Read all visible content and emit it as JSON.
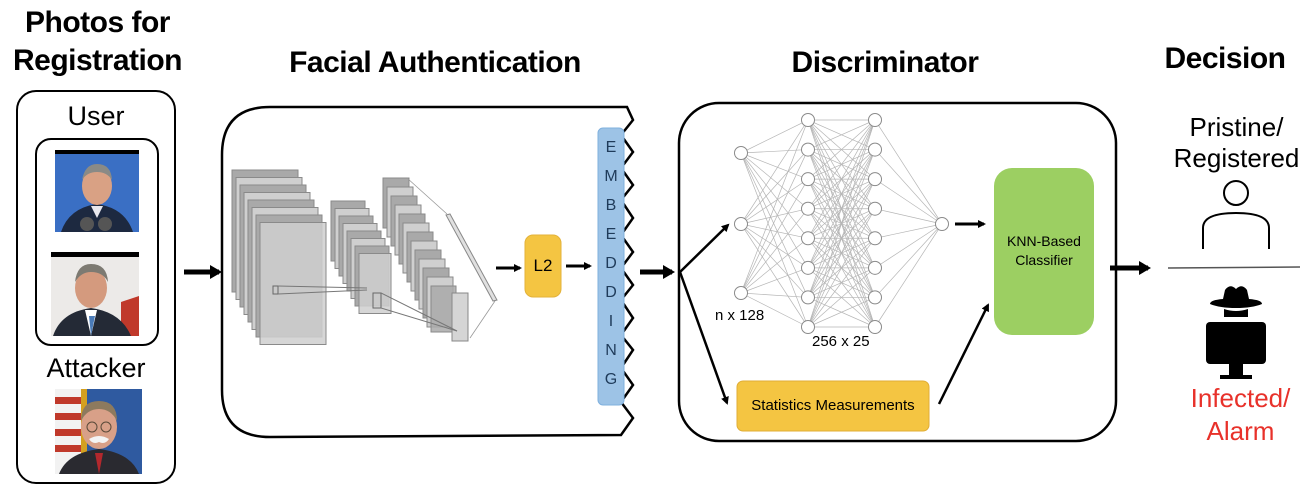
{
  "sections": {
    "registration": {
      "title_line1": "Photos for",
      "title_line2": "Registration",
      "user_label": "User",
      "attacker_label": "Attacker",
      "user_photo_1": "user-photo-blue-background",
      "user_photo_2": "user-photo-flag-background",
      "attacker_photo": "attacker-photo-flag-background"
    },
    "facial_authentication": {
      "title": "Facial Authentication",
      "normalization_label": "L2",
      "embedding_label": "EMBEDDING",
      "embedding_letters": [
        "E",
        "M",
        "B",
        "E",
        "D",
        "D",
        "I",
        "N",
        "G"
      ]
    },
    "discriminator": {
      "title": "Discriminator",
      "input_layer_label": "n x 128",
      "hidden_layer_label": "256 x 25",
      "statistics_label": "Statistics Measurements",
      "classifier_line1": "KNN-Based",
      "classifier_line2": "Classifier"
    },
    "decision": {
      "title": "Decision",
      "pristine_line1": "Pristine/",
      "pristine_line2": "Registered",
      "infected_line1": "Infected/",
      "infected_line2": "Alarm"
    }
  },
  "colors": {
    "l2_fill": "#f4c542",
    "embedding_fill": "#9dc3e6",
    "statistics_fill": "#f4c542",
    "classifier_fill": "#9ccf62",
    "alarm_text": "#e8312a",
    "user_photo_bg": "#3a6fc4"
  },
  "network": {
    "input_nodes": 3,
    "hidden_nodes_1": 8,
    "hidden_nodes_2": 8,
    "output_nodes": 1
  }
}
